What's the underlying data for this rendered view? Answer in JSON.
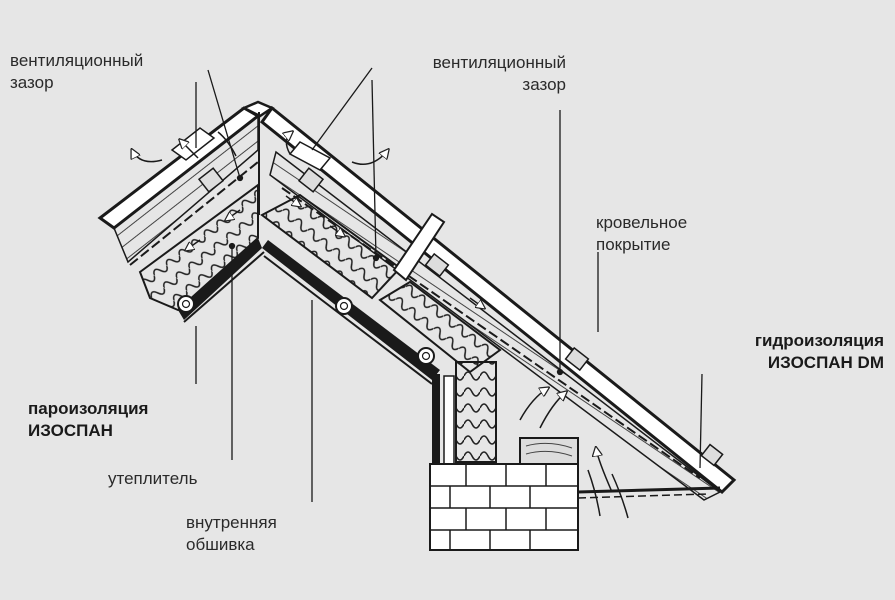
{
  "labels": {
    "vent_gap_left": [
      "вентиляционный",
      "зазор"
    ],
    "vent_gap_right": [
      "вентиляционный",
      "зазор"
    ],
    "roof_covering": [
      "кровельное",
      "покрытие"
    ],
    "waterproofing": [
      "гидроизоляция",
      "ИЗОСПАН DM"
    ],
    "vapor_barrier": [
      "пароизоляция",
      "ИЗОСПАН"
    ],
    "insulation": [
      "утеплитель"
    ],
    "inner_lining": [
      "внутренняя",
      "обшивка"
    ]
  },
  "colors": {
    "background": "#e6e6e6",
    "line": "#1a1a1a",
    "fill": "#ffffff",
    "board": "#d9d9d9"
  },
  "icons": [
    "air-flow-arrow-icon",
    "vent-arrow-icon"
  ]
}
